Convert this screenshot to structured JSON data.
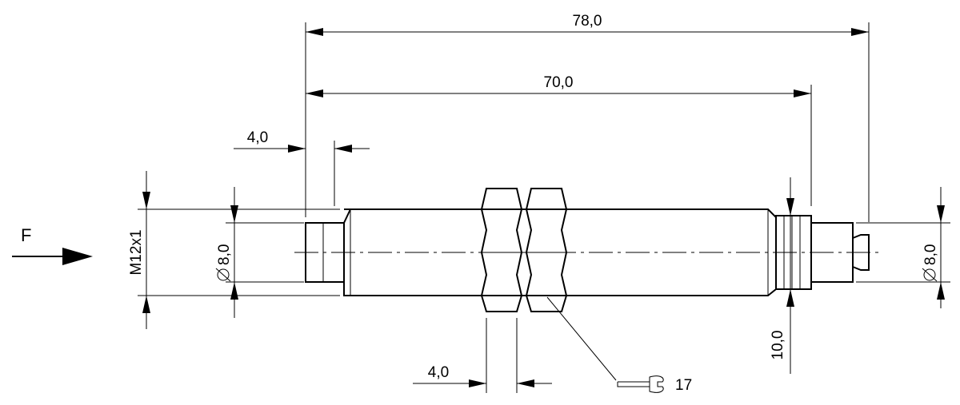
{
  "drawing": {
    "force_label": "F",
    "dimensions": {
      "overall_length": "78,0",
      "body_length": "70,0",
      "front_offset": "4,0",
      "thread": "M12x1",
      "front_face_diameter": "8,0",
      "rear_diameter": "8,0",
      "nut_thickness": "4,0",
      "rear_height": "10,0"
    },
    "wrench_size": "17"
  }
}
